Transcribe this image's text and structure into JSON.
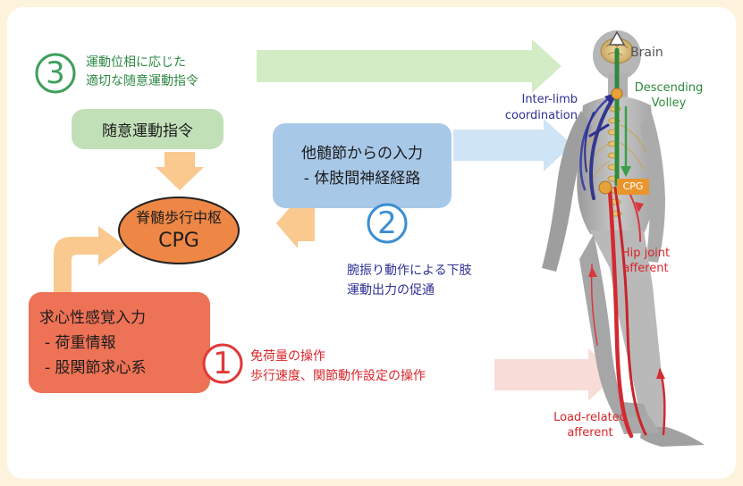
{
  "nodes": {
    "cpg": {
      "line1": "脊髄歩行中枢",
      "line2": "CPG"
    },
    "voluntary": {
      "label": "随意運動指令"
    },
    "interlimb": {
      "line1": "他髄節からの入力",
      "line2": "- 体肢間神経経路"
    },
    "afferent": {
      "line1": "求心性感覚入力",
      "line2": "- 荷重情報",
      "line3": "- 股関節求心系"
    }
  },
  "markers": {
    "one": "1",
    "two": "2",
    "three": "3"
  },
  "notes": {
    "three": {
      "line1": "運動位相に応じた",
      "line2": "適切な随意運動指令"
    },
    "two": {
      "line1": "腕振り動作による下肢",
      "line2": "運動出力の促通"
    },
    "one": {
      "line1": "免荷量の操作",
      "line2": "歩行速度、関節動作設定の操作"
    }
  },
  "figure_labels": {
    "brain": "Brain",
    "descending": {
      "line1": "Descending",
      "line2": "Volley"
    },
    "interlimb": {
      "line1": "Inter-limb",
      "line2": "coordination"
    },
    "cpg": "CPG",
    "hip": {
      "line1": "Hip joint",
      "line2": "afferent"
    },
    "load": {
      "line1": "Load-related",
      "line2": "afferent"
    }
  },
  "colors": {
    "background": "#fdf3dd",
    "panel": "#ffffff",
    "green_box": "#c2e0b8",
    "blue_box": "#a8c8e8",
    "cpg_fill": "#ee8745",
    "afferent_fill": "#ee7255",
    "arrow_orange": "#f9c98f",
    "arrow_green": "#d4ecc6",
    "arrow_blue": "#cfe4f4",
    "arrow_red": "#f8dcd8",
    "marker_green": "#3f9f5c",
    "marker_blue": "#3b8ed1",
    "marker_red": "#e03a3a",
    "text_green": "#2f8a46",
    "text_navy": "#2e3192",
    "text_red": "#d9262b"
  }
}
